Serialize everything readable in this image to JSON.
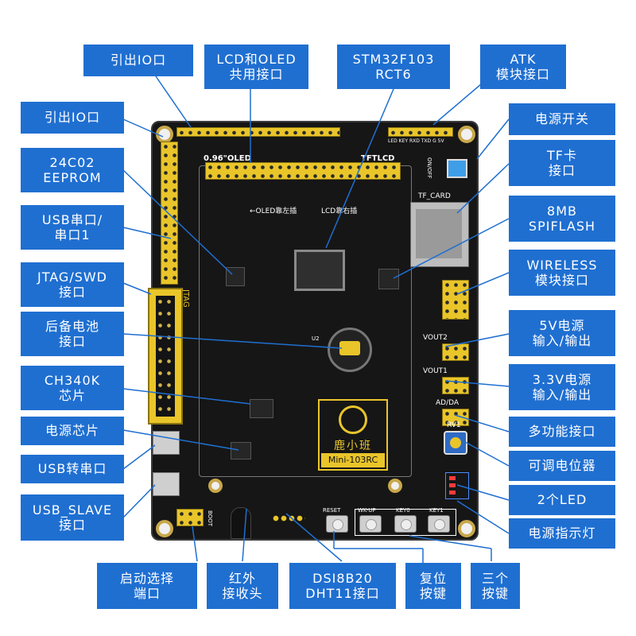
{
  "board": {
    "brand": "鹿小班",
    "model": "Mini-103RC",
    "silk": {
      "oled": "0.96\"OLED",
      "tftlcd": "TFTLCD",
      "oled_insert": "←OLED靠左插",
      "lcd_insert": "LCD靠右插",
      "jtag": "JTAG",
      "tf_card": "TF_CARD",
      "onoff": "ON/OFF",
      "vout2": "VOUT2",
      "vout1": "VOUT1",
      "adda": "AD/DA",
      "rv1": "RV1",
      "reset": "RESET",
      "wkup": "WK-UP",
      "key0": "KEY0",
      "key1": "KEY1",
      "boot": "BOOT",
      "atk": "LED KEY RXD TXD G 5V",
      "u2": "U2"
    }
  },
  "labels": {
    "io_top": [
      "引出IO口"
    ],
    "lcd_oled": [
      "LCD和OLED",
      "共用接口"
    ],
    "mcu": [
      "STM32F103",
      "RCT6"
    ],
    "atk": [
      "ATK",
      "模块接口"
    ],
    "io_left": [
      "引出IO口"
    ],
    "eeprom": [
      "24C02",
      "EEPROM"
    ],
    "usb_serial": [
      "USB串口/",
      "串口1"
    ],
    "jtag": [
      "JTAG/SWD",
      "接口"
    ],
    "battery": [
      "后备电池",
      "接口"
    ],
    "ch340": [
      "CH340K",
      "芯片"
    ],
    "power_chip": [
      "电源芯片"
    ],
    "usb_uart": [
      "USB转串口"
    ],
    "usb_slave": [
      "USB_SLAVE",
      "接口"
    ],
    "boot_select": [
      "启动选择",
      "端口"
    ],
    "ir": [
      "红外",
      "接收头"
    ],
    "ds18b20": [
      "DSI8B20",
      "DHT11接口"
    ],
    "reset": [
      "复位",
      "按键"
    ],
    "three_keys": [
      "三个",
      "按键"
    ],
    "power_switch": [
      "电源开关"
    ],
    "tf": [
      "TF卡",
      "接口"
    ],
    "flash": [
      "8MB",
      "SPIFLASH"
    ],
    "wireless": [
      "WIRELESS",
      "模块接口"
    ],
    "v5": [
      "5V电源",
      "输入/输出"
    ],
    "v33": [
      "3.3V电源",
      "输入/输出"
    ],
    "multi": [
      "多功能接口"
    ],
    "pot": [
      "可调电位器"
    ],
    "led": [
      "2个LED"
    ],
    "power_led": [
      "电源指示灯"
    ]
  },
  "colors": {
    "label_bg": "#1f6fd1",
    "pcb": "#161616",
    "header": "#e9c52a",
    "leader": "#1f6fd1"
  }
}
